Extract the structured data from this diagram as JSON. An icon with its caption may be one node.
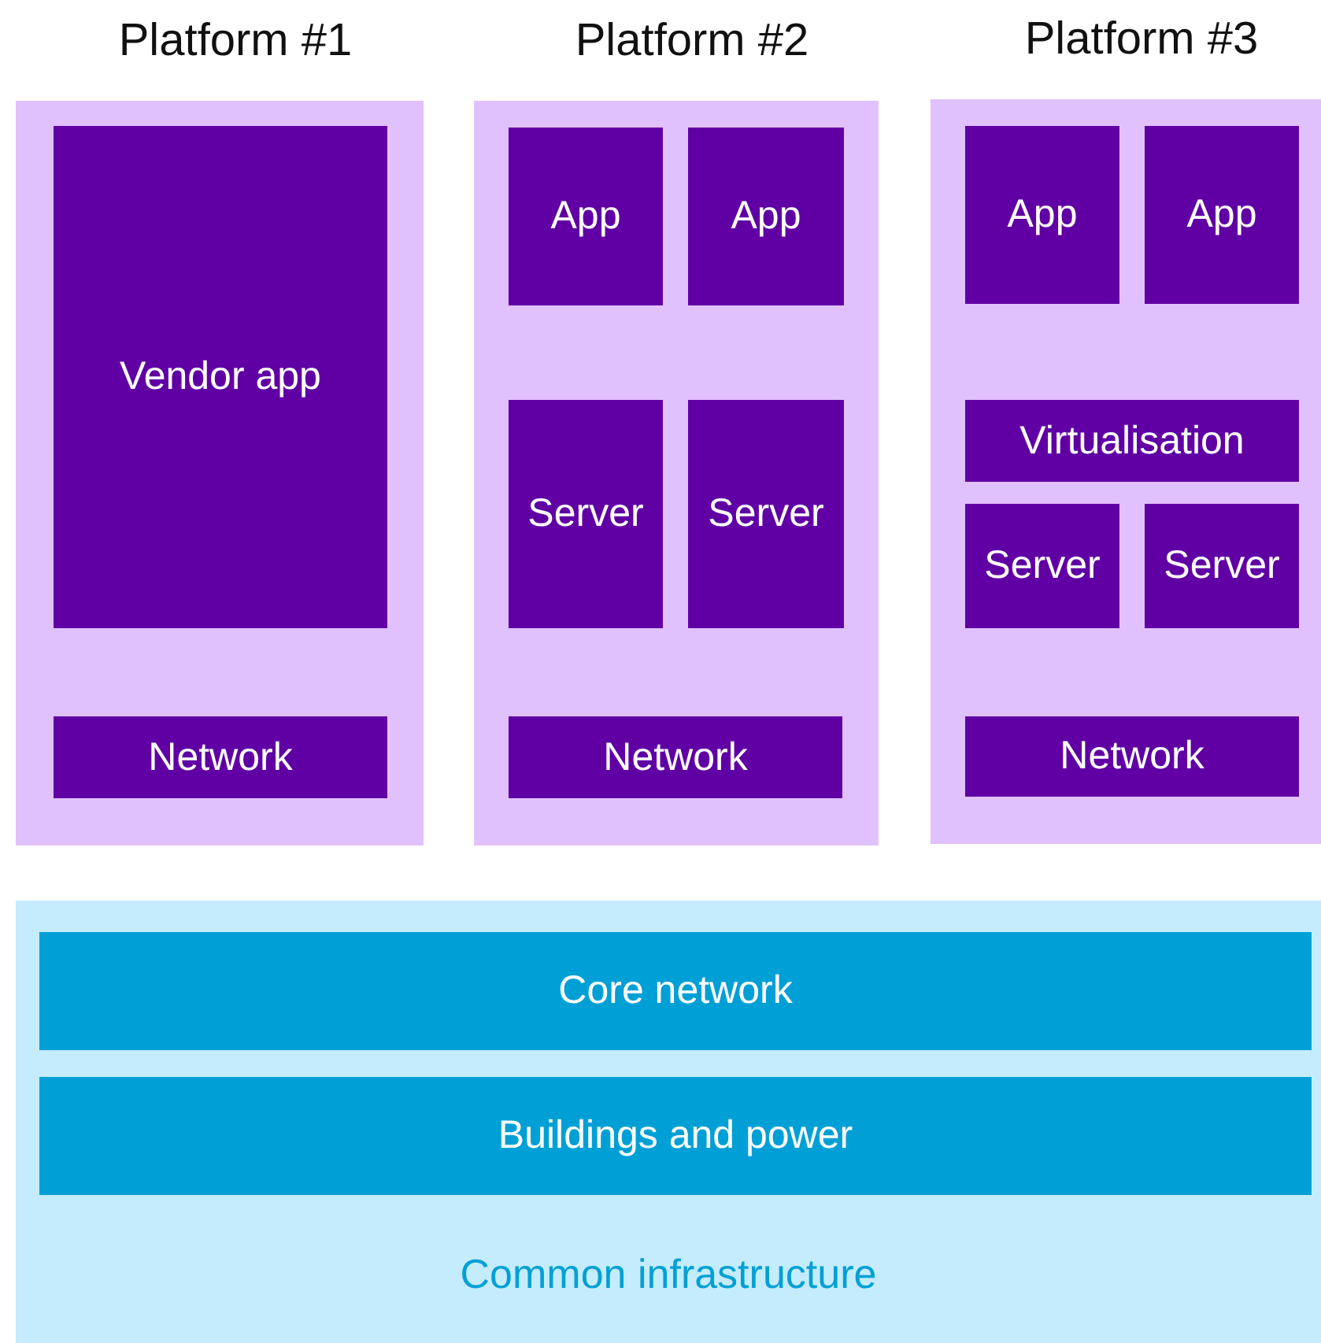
{
  "diagram": {
    "nodes": [
      {
        "text": [
          "Platform #1"
        ]
      },
      {
        "text": [
          "Vendor app"
        ],
        "in": 0
      },
      {
        "text": [
          "Network"
        ],
        "in": 0
      },
      {
        "text": [
          "Platform #2"
        ]
      },
      {
        "text": [
          "App"
        ],
        "in": 3
      },
      {
        "text": [
          "App"
        ],
        "in": 3
      },
      {
        "text": [
          "Server"
        ],
        "in": 3
      },
      {
        "text": [
          "Server"
        ],
        "in": 3
      },
      {
        "text": [
          "Network"
        ],
        "in": 3
      },
      {
        "text": [
          "Platform #3"
        ]
      },
      {
        "text": [
          "App"
        ],
        "in": 9
      },
      {
        "text": [
          "App"
        ],
        "in": 9
      },
      {
        "text": [
          "Virtualisation"
        ],
        "in": 9
      },
      {
        "text": [
          "Server"
        ],
        "in": 9
      },
      {
        "text": [
          "Server"
        ],
        "in": 9
      },
      {
        "text": [
          "Network"
        ],
        "in": 9
      },
      {
        "text": [
          "Common infrastructure"
        ]
      },
      {
        "text": [
          "Core network"
        ],
        "in": 16
      },
      {
        "text": [
          "Buildings and power"
        ],
        "in": 16
      }
    ]
  }
}
